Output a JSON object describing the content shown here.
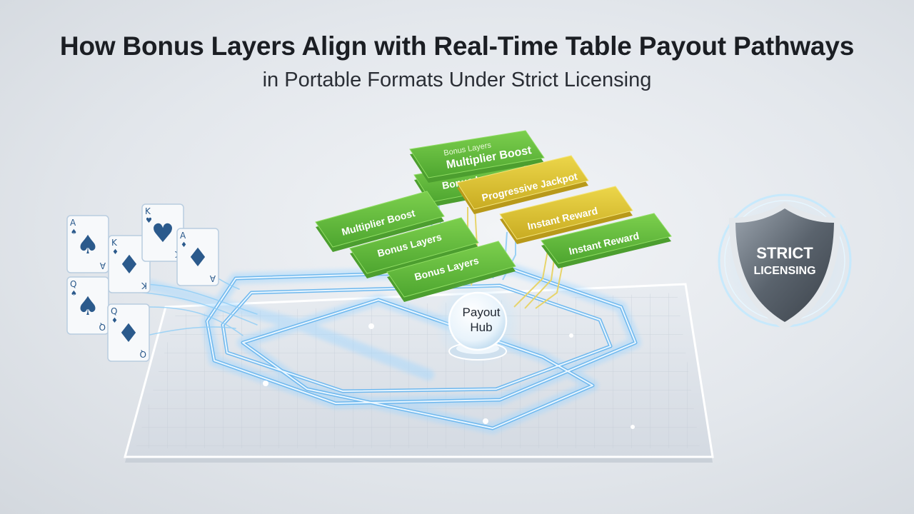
{
  "header": {
    "title": "How Bonus Layers Align with Real-Time Table Payout Pathways",
    "subtitle": "in Portable Formats Under Strict Licensing"
  },
  "colors": {
    "green": "#5fb83c",
    "yellow": "#d9c12e",
    "path": "#7cc4f2",
    "shield": "#5d6670"
  },
  "cards": [
    {
      "rank": "A",
      "suit": "♠"
    },
    {
      "rank": "K",
      "suit": "♦"
    },
    {
      "rank": "K",
      "suit": "♥"
    },
    {
      "rank": "A",
      "suit": "♦"
    },
    {
      "rank": "Q",
      "suit": "♠"
    },
    {
      "rank": "Q",
      "suit": "♦"
    }
  ],
  "panels": {
    "top_small": "Bonus Layers",
    "top_main": "Multiplier Boost",
    "top_back": "Bonus Layers",
    "yellow_1": "Progressive Jackpot",
    "yellow_2": "Instant Reward",
    "green_1": "Multiplier Boost",
    "green_2": "Bonus Layers",
    "green_3": "Bonus Layers",
    "green_right": "Instant Reward"
  },
  "hub": {
    "line1": "Payout",
    "line2": "Hub"
  },
  "shield": {
    "line1": "STRICT",
    "line2": "LICENSING"
  }
}
